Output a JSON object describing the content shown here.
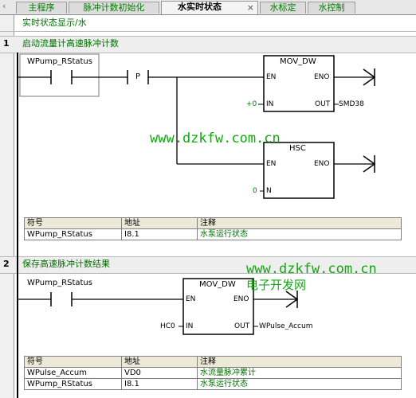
{
  "tabs": [
    {
      "label": "主程序",
      "active": false
    },
    {
      "label": "脉冲计数初始化",
      "active": false
    },
    {
      "label": "水实时状态",
      "active": true,
      "close": "×"
    },
    {
      "label": "水标定",
      "active": false
    },
    {
      "label": "水控制",
      "active": false
    }
  ],
  "program_comment": "实时状态显示/水",
  "networks": [
    {
      "number": "1",
      "title": "启动流量计高速脉冲计数",
      "contact": "WPump_RStatus",
      "p_label": "P",
      "box1": {
        "name": "MOV_DW",
        "en": "EN",
        "eno": "ENO",
        "in": "IN",
        "out": "OUT",
        "in_value": "+0",
        "out_value": "SMD38"
      },
      "box2": {
        "name": "HSC",
        "en": "EN",
        "eno": "ENO",
        "n": "N",
        "n_value": "0"
      },
      "symbol_table": {
        "headers": [
          "符号",
          "地址",
          "注释"
        ],
        "rows": [
          [
            "WPump_RStatus",
            "I8.1",
            "水泵运行状态"
          ]
        ]
      }
    },
    {
      "number": "2",
      "title": "保存高速脉冲计数结果",
      "contact": "WPump_RStatus",
      "box1": {
        "name": "MOV_DW",
        "en": "EN",
        "eno": "ENO",
        "in": "IN",
        "out": "OUT",
        "in_value": "HC0",
        "out_value": "WPulse_Accum"
      },
      "symbol_table": {
        "headers": [
          "符号",
          "地址",
          "注释"
        ],
        "rows": [
          [
            "WPulse_Accum",
            "VD0",
            "水流量脉冲累计"
          ],
          [
            "WPump_RStatus",
            "I8.1",
            "水泵运行状态"
          ]
        ]
      }
    }
  ],
  "watermarks": {
    "url1": "www.dzkfw.com.cn",
    "url2": "www.dzkfw.com.cn",
    "cn": "电子开发网"
  },
  "colors": {
    "green_text": "#008000",
    "watermark": "#12a812"
  }
}
